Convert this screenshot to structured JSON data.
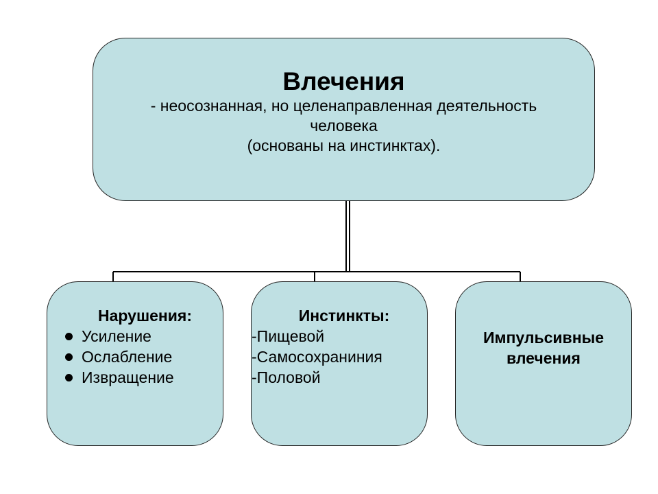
{
  "main_concept": {
    "title": "Влечения",
    "description_lines": [
      "- неосознанная, но целенаправленная деятельность",
      "человека",
      "(основаны на инстинктах)."
    ]
  },
  "children": {
    "disorders": {
      "title": "Нарушения:",
      "items": [
        "Усиление",
        "Ослабление",
        "Извращение"
      ]
    },
    "instincts": {
      "title": "Инстинкты:",
      "items": [
        "-Пищевой",
        "-Самосохраниния",
        "-Половой"
      ]
    },
    "impulsive": {
      "title_lines": [
        "Импульсивные",
        "влечения"
      ]
    }
  },
  "colors": {
    "box_fill": "#bfe0e3",
    "border": "#222222",
    "connector": "#000000"
  }
}
